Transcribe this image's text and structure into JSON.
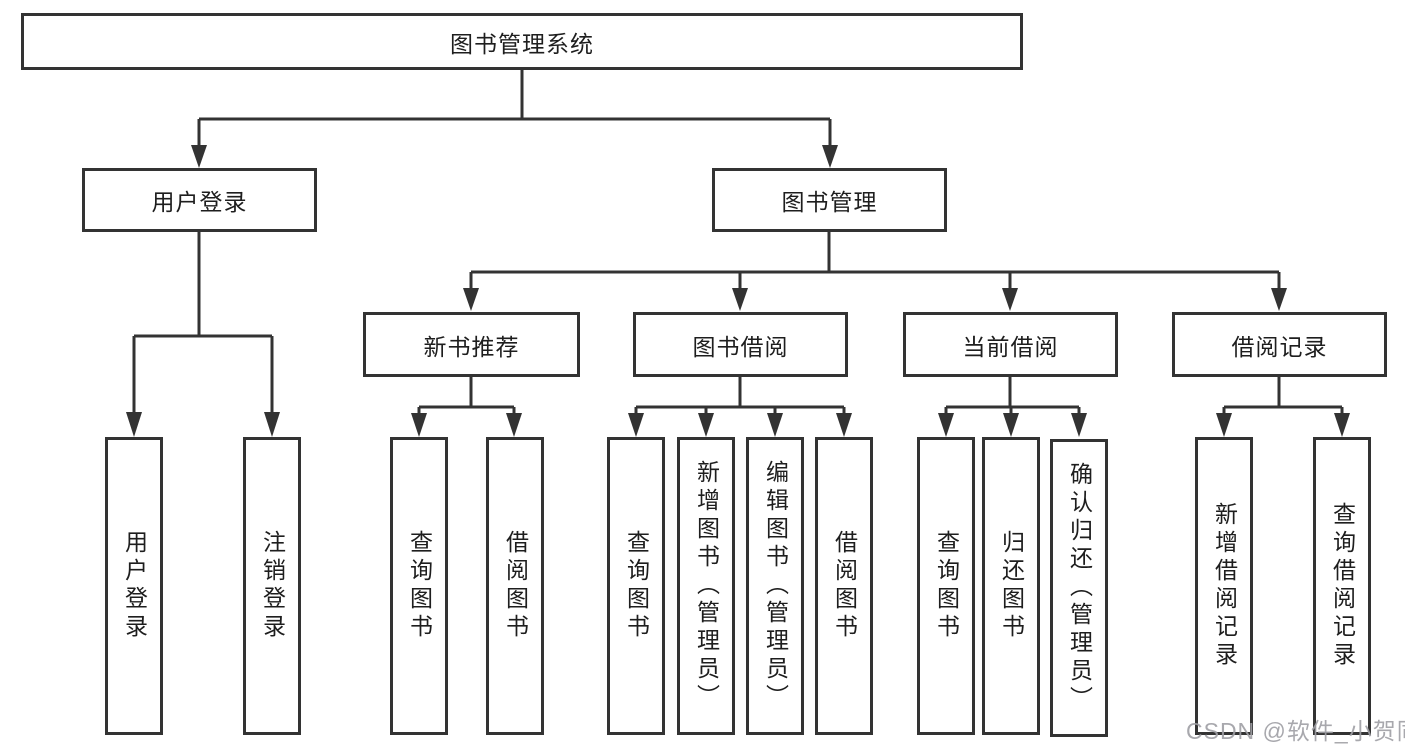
{
  "tree": {
    "root": {
      "label": "图书管理系统"
    },
    "level2": [
      {
        "label": "用户登录"
      },
      {
        "label": "图书管理"
      }
    ],
    "level3": [
      {
        "label": "新书推荐",
        "parent": "图书管理"
      },
      {
        "label": "图书借阅",
        "parent": "图书管理"
      },
      {
        "label": "当前借阅",
        "parent": "图书管理"
      },
      {
        "label": "借阅记录",
        "parent": "图书管理"
      }
    ],
    "leaves": [
      {
        "label": "用户登录",
        "parent": "用户登录"
      },
      {
        "label": "注销登录",
        "parent": "用户登录"
      },
      {
        "label": "查询图书",
        "parent": "新书推荐"
      },
      {
        "label": "借阅图书",
        "parent": "新书推荐"
      },
      {
        "label": "查询图书",
        "parent": "图书借阅"
      },
      {
        "label": "新增图书（管理员）",
        "parent": "图书借阅"
      },
      {
        "label": "编辑图书（管理员）",
        "parent": "图书借阅"
      },
      {
        "label": "借阅图书",
        "parent": "图书借阅"
      },
      {
        "label": "查询图书",
        "parent": "当前借阅"
      },
      {
        "label": "归还图书",
        "parent": "当前借阅"
      },
      {
        "label": "确认归还（管理员）",
        "parent": "当前借阅"
      },
      {
        "label": "新增借阅记录",
        "parent": "借阅记录"
      },
      {
        "label": "查询借阅记录",
        "parent": "借阅记录"
      }
    ]
  },
  "watermark": "CSDN @软件_小贺同学",
  "colors": {
    "line": "#333333",
    "text": "#1e1e1e",
    "background": "#ffffff",
    "watermark": "#9e9ea4"
  }
}
